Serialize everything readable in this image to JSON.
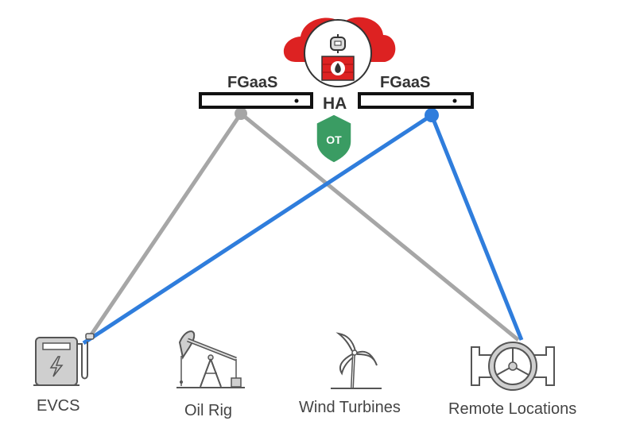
{
  "cloud": {
    "icon": "cloud-firewall-icon",
    "color": "#dd2222"
  },
  "firewalls": [
    {
      "label": "FGaaS",
      "icon": "server-appliance-icon"
    },
    {
      "label": "FGaaS",
      "icon": "server-appliance-icon"
    }
  ],
  "ha_label": "HA",
  "ot_badge": {
    "label": "OT",
    "color": "#3a9c63",
    "icon": "shield-icon"
  },
  "link_colors": {
    "primary": "#a6a6a6",
    "secondary": "#2f7ddc"
  },
  "sites": [
    {
      "label": "EVCS",
      "icon": "ev-charger-icon"
    },
    {
      "label": "Oil Rig",
      "icon": "oil-pump-icon"
    },
    {
      "label": "Wind Turbines",
      "icon": "wind-turbine-icon"
    },
    {
      "label": "Remote Locations",
      "icon": "valve-icon"
    }
  ],
  "connections": [
    {
      "from": "FGaaS-1",
      "to": "EVCS",
      "color": "primary"
    },
    {
      "from": "FGaaS-1",
      "to": "Remote Locations",
      "color": "primary"
    },
    {
      "from": "FGaaS-2",
      "to": "EVCS",
      "color": "secondary"
    },
    {
      "from": "FGaaS-2",
      "to": "Remote Locations",
      "color": "secondary"
    }
  ]
}
